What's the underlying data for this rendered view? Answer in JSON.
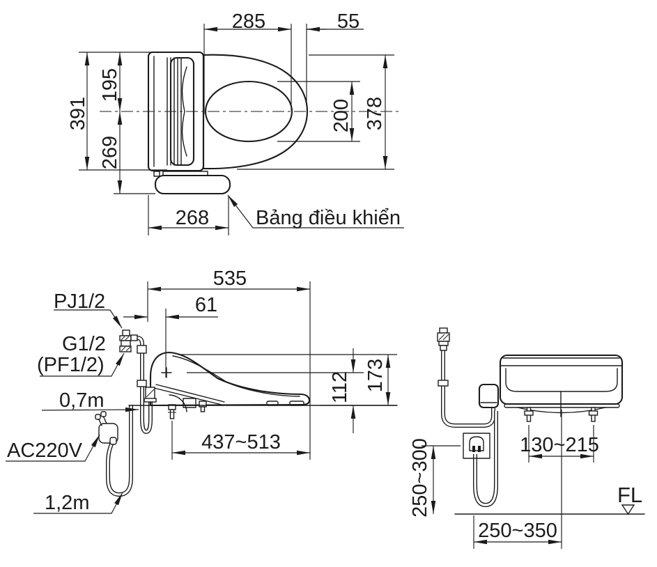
{
  "views": {
    "top": {
      "dims": {
        "opening_length": "285",
        "lid_front_offset": "55",
        "total_depth": "391",
        "center_to_back": "195",
        "center_to_panel": "269",
        "opening_width": "200",
        "lid_width": "378",
        "panel_width": "268"
      },
      "panel_label": "Bảng điều khiển"
    },
    "side": {
      "dims": {
        "total_length": "535",
        "pivot_offset": "61",
        "pivot_height": "112",
        "total_height": "173",
        "bowl_range": "437~513"
      },
      "labels": {
        "top_thread": "PJ1/2",
        "mid_thread": "G1/2",
        "mid_thread_alt": "(PF1/2)",
        "hose_length": "0,7m",
        "power": "AC220V",
        "cord_length": "1,2m"
      }
    },
    "rear": {
      "dims": {
        "outlet_height_range": "250~300",
        "bolt_span_range": "130~215",
        "outlet_offset_range": "250~350"
      },
      "floor_label": "FL"
    }
  },
  "colors": {
    "line": "#1b1b1b",
    "background": "#ffffff"
  }
}
